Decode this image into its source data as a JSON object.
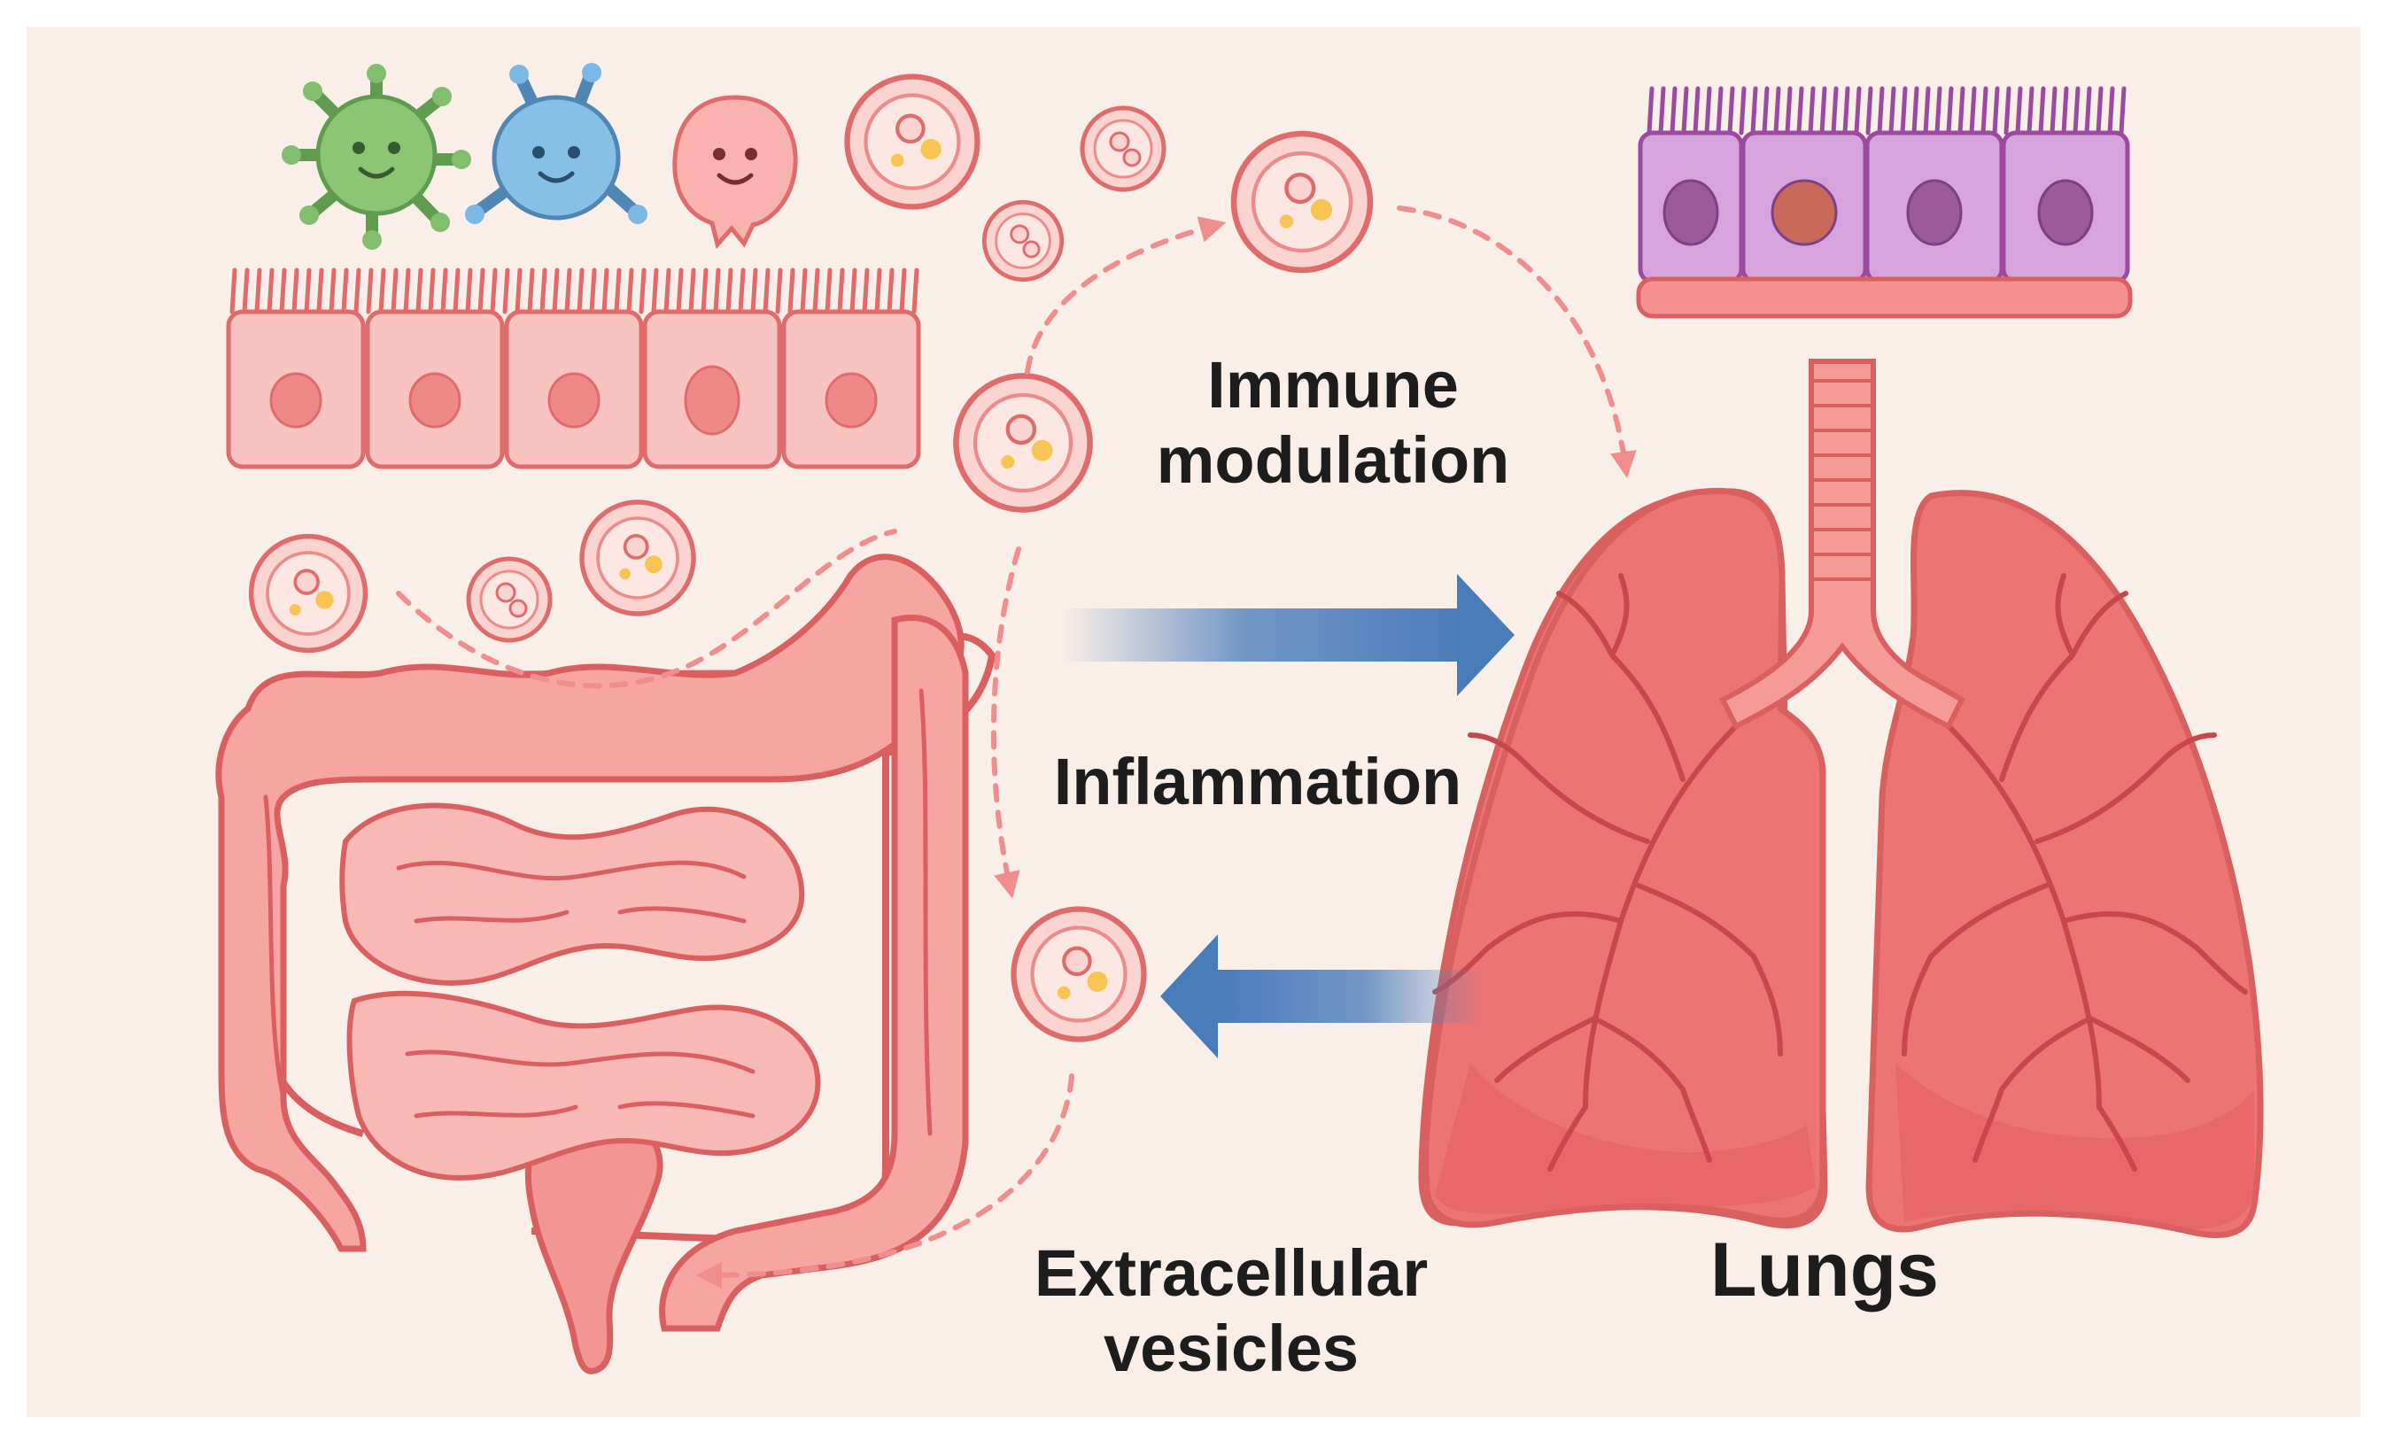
{
  "labels": {
    "immune_modulation": "Immune\nmodulation",
    "inflammation": "Inflammation",
    "extracellular_vesicles": "Extracellular\nvesicles",
    "lungs": "Lungs"
  },
  "colors": {
    "background": "#f9eee8",
    "tissue_pink": "#f6a5a3",
    "tissue_outline": "#d9605f",
    "lung_red": "#ec7475",
    "airway_cell_purple": "#d7a3dc",
    "arrow_blue": "#5080bd",
    "dashed_pink": "#f08d8d",
    "vesicle_yellow": "#f8c454"
  },
  "icons": [
    "green-bacterium-icon",
    "blue-bacterium-icon",
    "pink-microbe-icon",
    "extracellular-vesicle-icon"
  ]
}
